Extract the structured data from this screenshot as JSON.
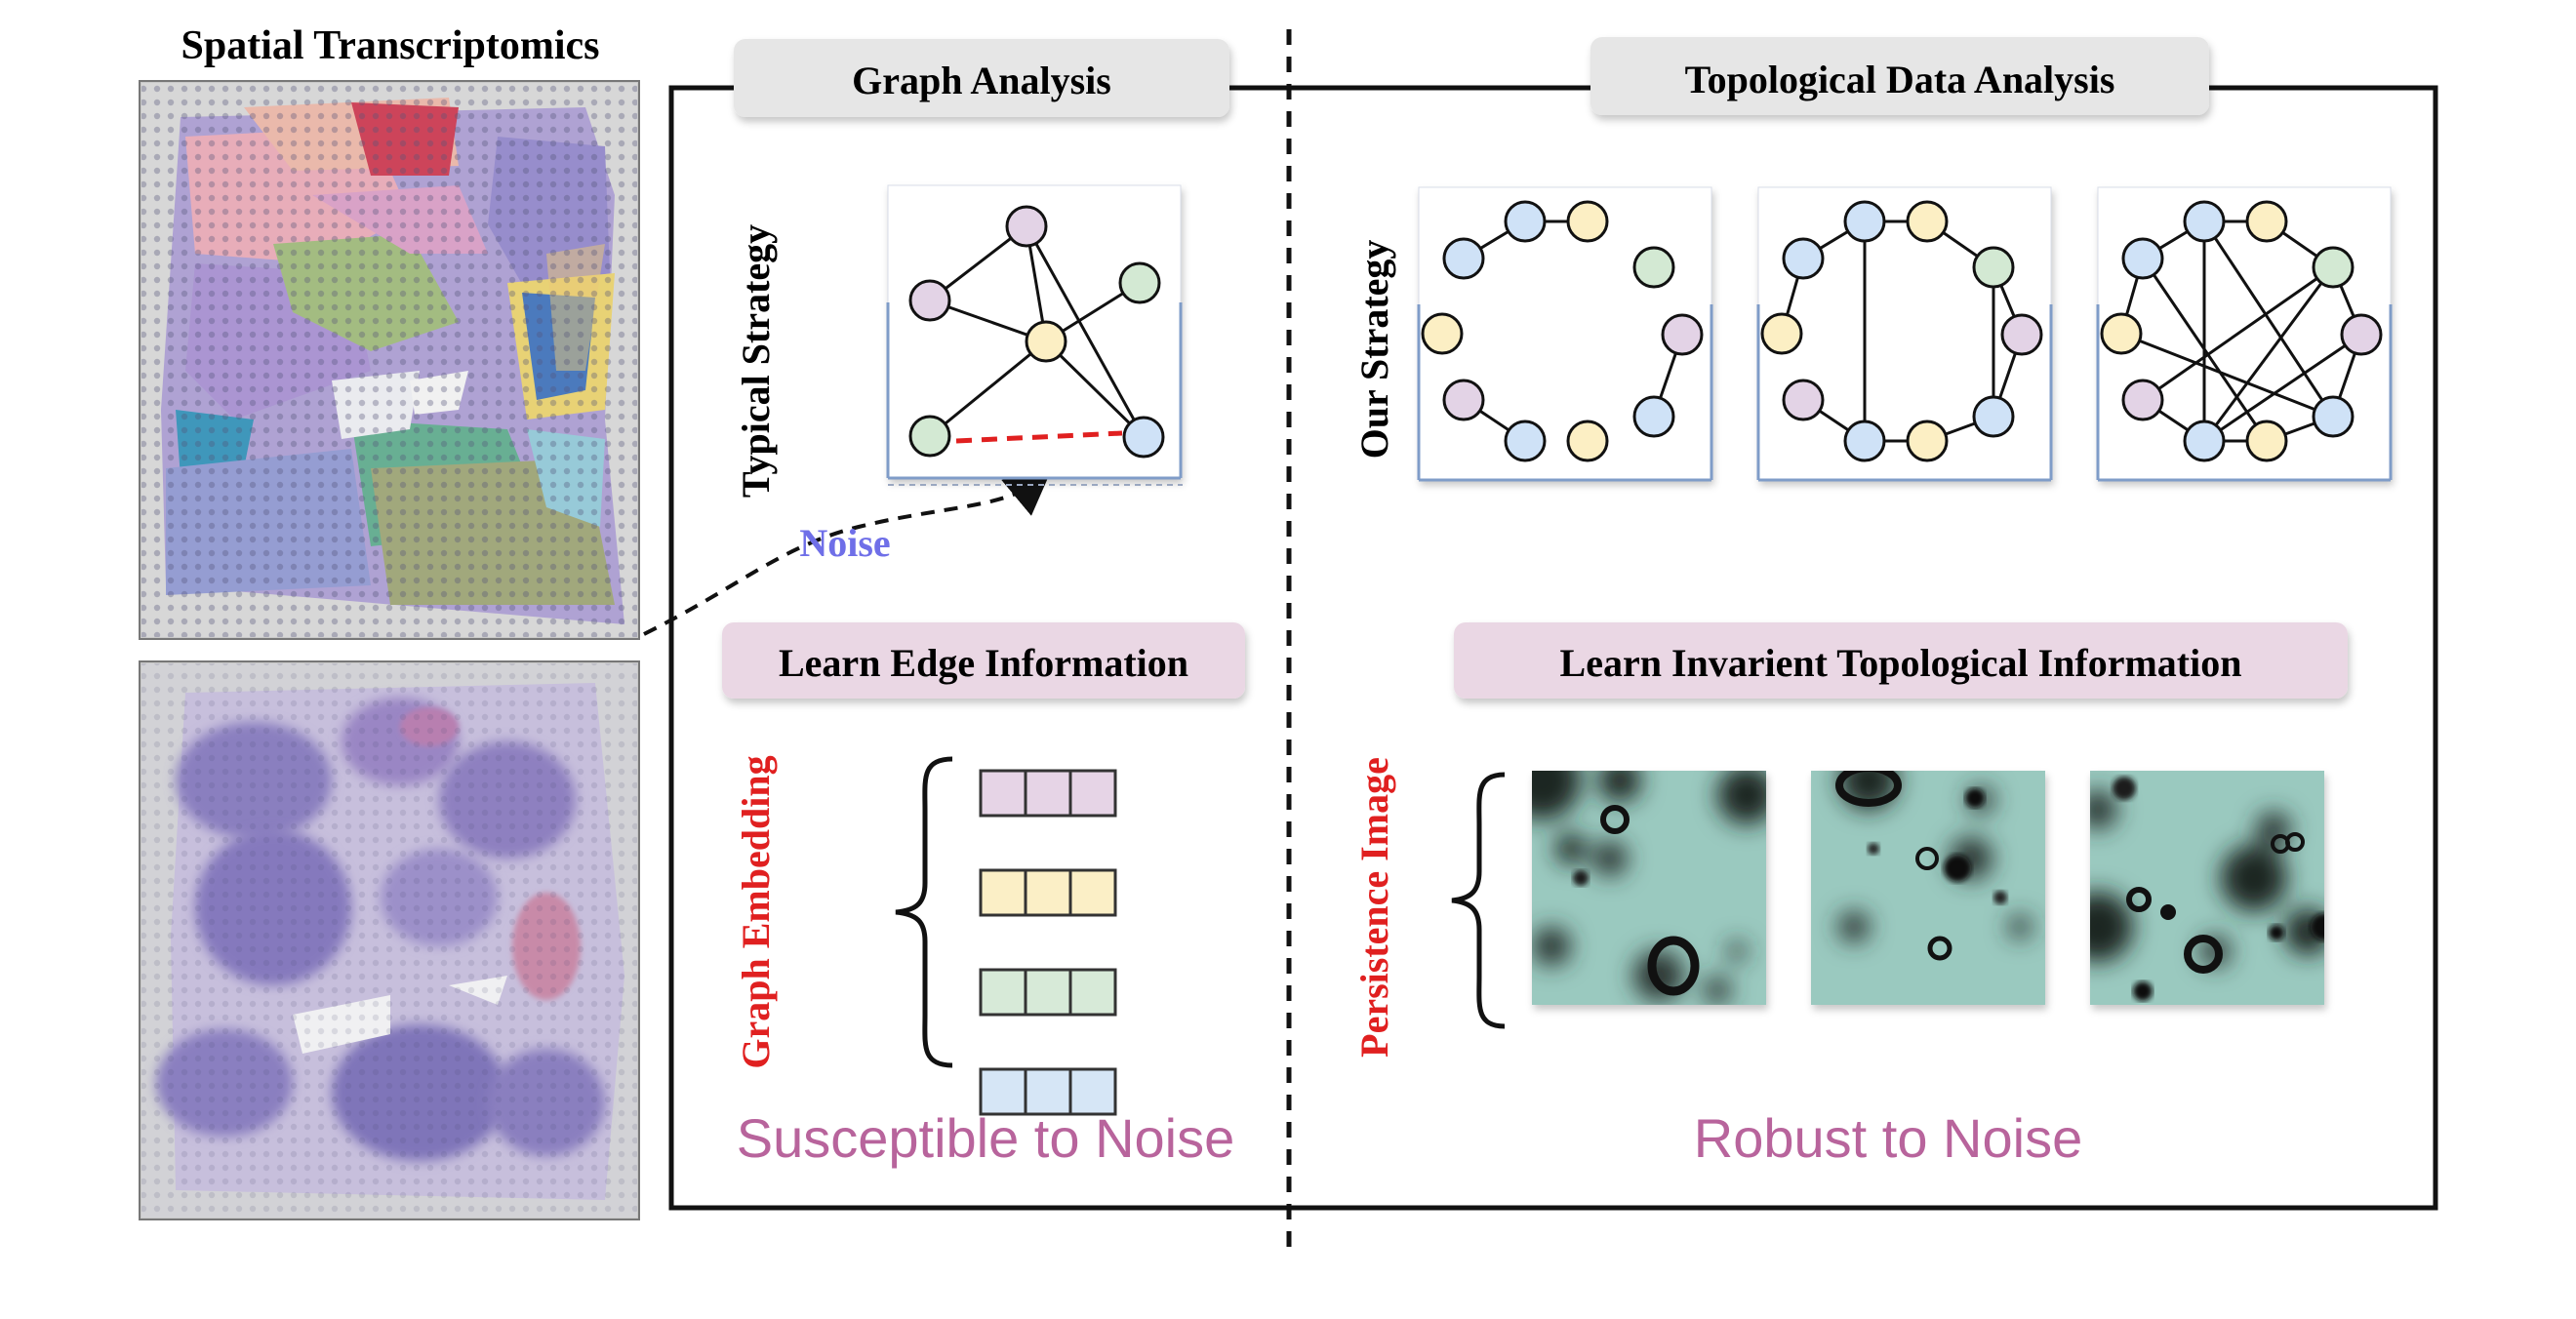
{
  "left_panel": {
    "title": "Spatial Transcriptomics"
  },
  "graph_analysis": {
    "header": "Graph Analysis",
    "strategy_label": "Typical Strategy",
    "noise_label": "Noise",
    "learn_label": "Learn Edge Information",
    "embedding_label": "Graph Embedding",
    "conclusion": "Susceptible to Noise",
    "embedding_row_colors": [
      "#e6d4e6",
      "#fbefc6",
      "#d7ead8",
      "#d6e6f6"
    ]
  },
  "tda": {
    "header": "Topological Data Analysis",
    "strategy_label": "Our Strategy",
    "learn_label": "Learn Invarient Topological Information",
    "persistence_label": "Persistence Image",
    "conclusion": "Robust to Noise"
  },
  "colors": {
    "node_blue": "#cfe2f7",
    "node_yellow": "#fcefc4",
    "node_green": "#d3e9d3",
    "node_purple": "#e3d3e6",
    "noise_edge": "#e02020",
    "noise_text": "#6f6fe8",
    "red_label": "#e02020",
    "conclusion_text": "#b8649c",
    "header_fill": "#e6e6e6",
    "learn_fill": "#ead7e4",
    "persistence_bg": "#9ac9bf"
  }
}
